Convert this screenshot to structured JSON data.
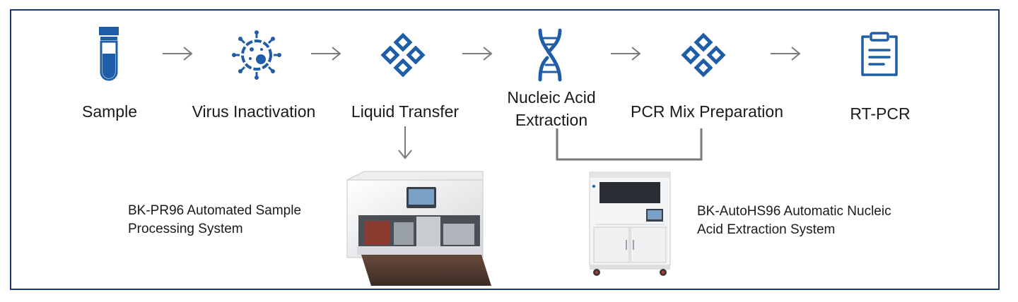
{
  "colors": {
    "border": "#1b3a6b",
    "icon": "#1f5da8",
    "arrow": "#7a7a7a"
  },
  "steps": [
    {
      "label": "Sample",
      "icon": "test-tube-icon"
    },
    {
      "label": "Virus Inactivation",
      "icon": "virus-icon"
    },
    {
      "label": "Liquid Transfer",
      "icon": "diamond-cluster-icon"
    },
    {
      "label_line1": "Nucleic Acid",
      "label_line2": "Extraction",
      "icon": "dna-icon"
    },
    {
      "label": "PCR Mix Preparation",
      "icon": "diamond-cluster-icon"
    },
    {
      "label": "RT-PCR",
      "icon": "clipboard-icon"
    }
  ],
  "devices": [
    {
      "line1": "BK-PR96 Automated Sample",
      "line2": "Processing System"
    },
    {
      "line1": "BK-AutoHS96 Automatic Nucleic",
      "line2": "Acid Extraction System"
    }
  ]
}
